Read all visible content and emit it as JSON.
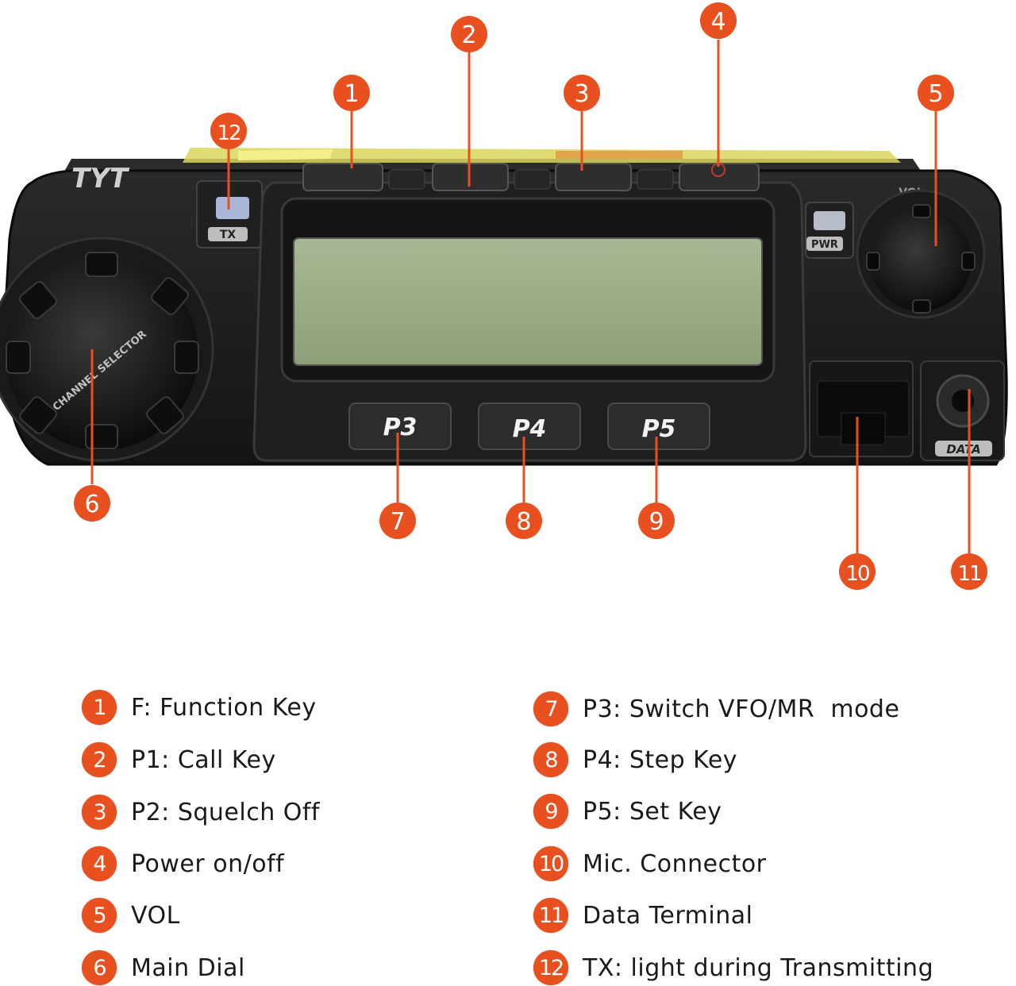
{
  "device": {
    "brand_logo": "TYT",
    "tx_label": "TX",
    "pwr_label": "PWR",
    "data_label": "DATA",
    "vol_label": "VOL",
    "dial_text": "CHANNEL SELECTOR",
    "keys": [
      "P3",
      "P4",
      "P5"
    ]
  },
  "callouts": [
    "1",
    "2",
    "3",
    "4",
    "5",
    "6",
    "7",
    "8",
    "9",
    "10",
    "11",
    "12"
  ],
  "legend": {
    "left": [
      {
        "num": "1",
        "text": "F: Function Key"
      },
      {
        "num": "2",
        "text": "P1: Call Key"
      },
      {
        "num": "3",
        "text": "P2: Squelch Off"
      },
      {
        "num": "4",
        "text": "Power on/off"
      },
      {
        "num": "5",
        "text": "VOL"
      },
      {
        "num": "6",
        "text": "Main Dial"
      }
    ],
    "right": [
      {
        "num": "7",
        "text": "P3: Switch VFO/MR  mode"
      },
      {
        "num": "8",
        "text": "P4: Step Key"
      },
      {
        "num": "9",
        "text": "P5: Set Key"
      },
      {
        "num": "10",
        "text": "Mic. Connector"
      },
      {
        "num": "11",
        "text": "Data Terminal"
      },
      {
        "num": "12",
        "text": "TX: light during Transmitting"
      }
    ]
  },
  "colors": {
    "callout": "#e8501f",
    "body": "#1c1c1c",
    "lcd": "#9fb08a"
  }
}
